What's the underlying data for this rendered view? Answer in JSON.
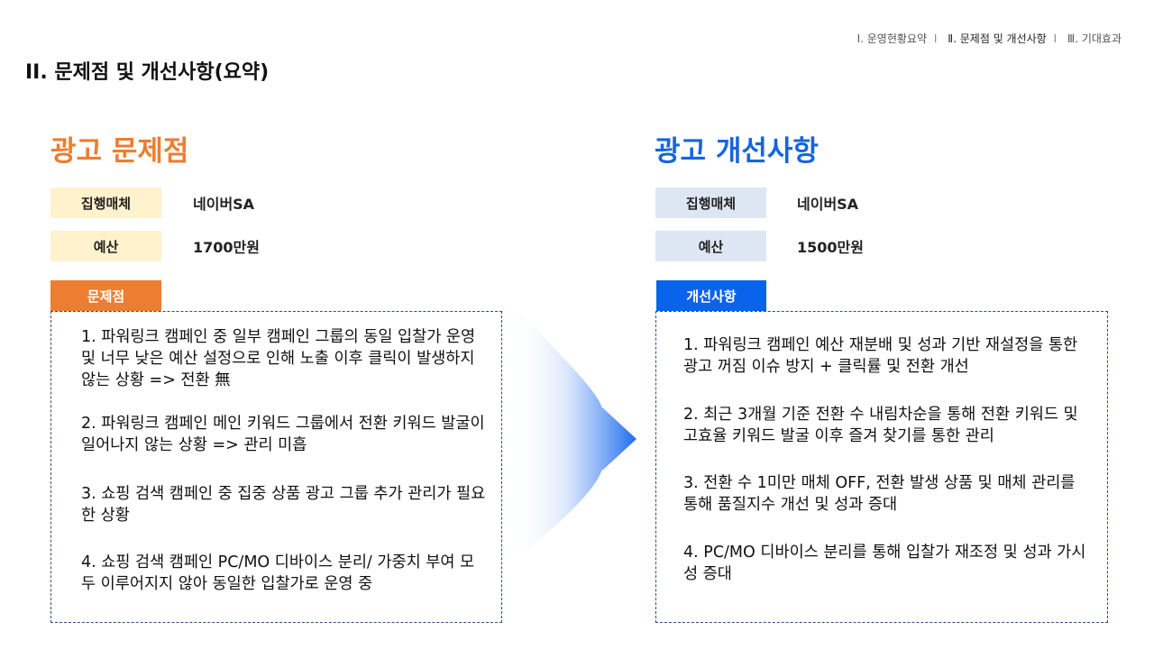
{
  "nav": {
    "item1": "Ⅰ. 운영현황요약",
    "item2": "Ⅱ. 문제점 및 개선사항",
    "item3": "Ⅲ. 기대효과",
    "separator": "I"
  },
  "page_title": "II. 문제점 및 개선사항(요약)",
  "left": {
    "title": "광고 문제점",
    "media_label": "집행매체",
    "media_value": "네이버SA",
    "budget_label": "예산",
    "budget_value": "1700만원",
    "tag": "문제점",
    "items": [
      "1. 파워링크 캠페인 중 일부 캠페인 그룹의 동일 입찰가 운영 및 너무 낮은 예산 설정으로 인해 노출 이후 클릭이 발생하지 않는 상황 => 전환 無",
      "2. 파워링크 캠페인 메인 키워드 그룹에서 전환 키워드 발굴이 일어나지 않는 상황 => 관리 미흡",
      "3. 쇼핑 검색 캠페인 중 집중 상품 광고 그룹 추가 관리가 필요한 상황",
      "4. 쇼핑 검색 캠페인 PC/MO 디바이스 분리/ 가중치 부여 모두 이루어지지 않아 동일한 입찰가로 운영 중"
    ]
  },
  "right": {
    "title": "광고 개선사항",
    "media_label": "집행매체",
    "media_value": "네이버SA",
    "budget_label": "예산",
    "budget_value": "1500만원",
    "tag": "개선사항",
    "items": [
      "1. 파워링크 캠페인 예산 재분배 및 성과 기반 재설정을 통한 광고 꺼짐 이슈 방지 + 클릭률 및 전환 개선",
      "2. 최근 3개월 기준 전환 수 내림차순을 통해 전환 키워드 및 고효율 키워드 발굴 이후 즐겨 찾기를 통한 관리",
      "3. 전환 수 1미만 매체 OFF, 전환 발생 상품 및 매체 관리를 통해 품질지수 개선 및 성과 증대",
      "4. PC/MO 디바이스 분리를 통해 입찰가 재조정 및 성과 가시성 증대"
    ]
  },
  "colors": {
    "orange": "#ED7D31",
    "blue": "#0A63EB",
    "label_orange_bg": "#FFF2CC",
    "label_blue_bg": "#DDE7F3"
  }
}
